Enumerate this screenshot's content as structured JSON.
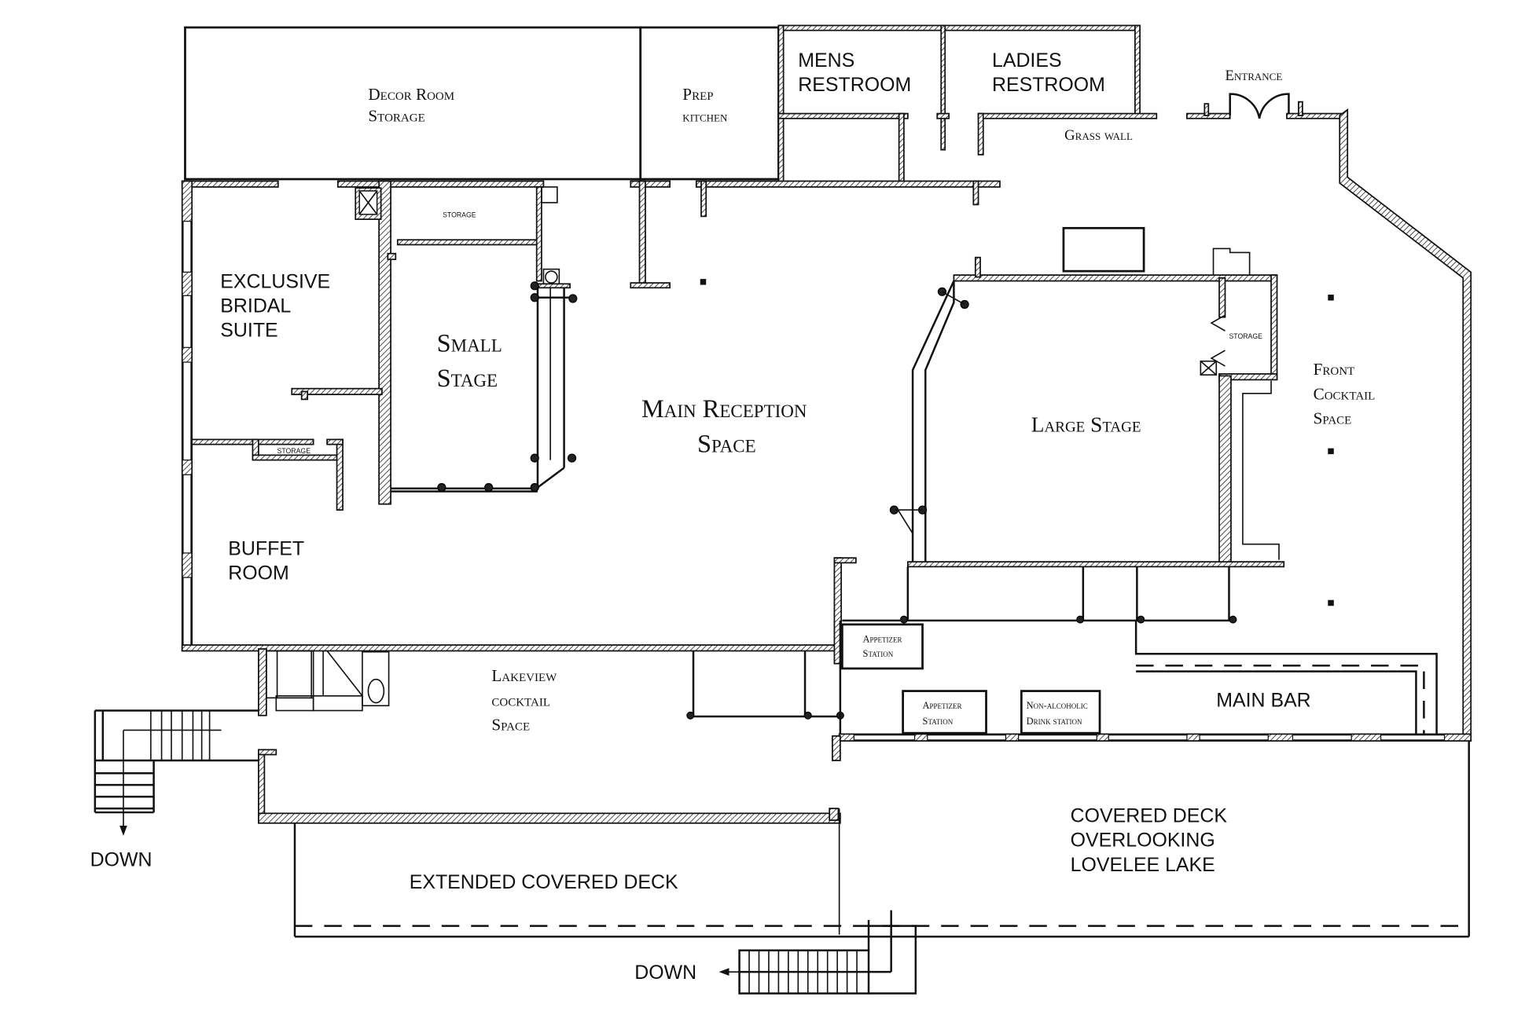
{
  "floorplan": {
    "title": "Venue Floor Plan",
    "rooms": {
      "decor_room": [
        "Decor Room",
        "Storage"
      ],
      "prep_kitchen": [
        "Prep",
        "kitchen"
      ],
      "mens_restroom": [
        "MENS",
        "RESTROOM"
      ],
      "ladies_restroom": [
        "LADIES",
        "RESTROOM"
      ],
      "entrance": "Entrance",
      "grass_wall": "Grass wall",
      "bridal_suite": [
        "EXCLUSIVE",
        "BRIDAL",
        "SUITE"
      ],
      "storage_top": "STORAGE",
      "storage_buffet": "STORAGE",
      "storage_stage": "STORAGE",
      "small_stage": [
        "Small",
        "Stage"
      ],
      "main_reception": [
        "Main Reception",
        "Space"
      ],
      "large_stage": "Large Stage",
      "front_cocktail": [
        "Front",
        "Cocktail",
        "Space"
      ],
      "buffet_room": [
        "BUFFET",
        "ROOM"
      ],
      "lakeview_cocktail": [
        "Lakeview",
        "cocktail",
        "Space"
      ],
      "appetizer_station_1": [
        "Appetizer",
        "Station"
      ],
      "appetizer_station_2": [
        "Appetizer",
        "Station"
      ],
      "drink_station": [
        "Non-alcoholic",
        "Drink station"
      ],
      "main_bar": "MAIN BAR",
      "covered_deck": [
        "COVERED DECK",
        "OVERLOOKING",
        "LOVELEE LAKE"
      ],
      "extended_deck": "EXTENDED COVERED DECK",
      "stairs_left_label": "DOWN",
      "stairs_bottom_label": "DOWN"
    }
  }
}
